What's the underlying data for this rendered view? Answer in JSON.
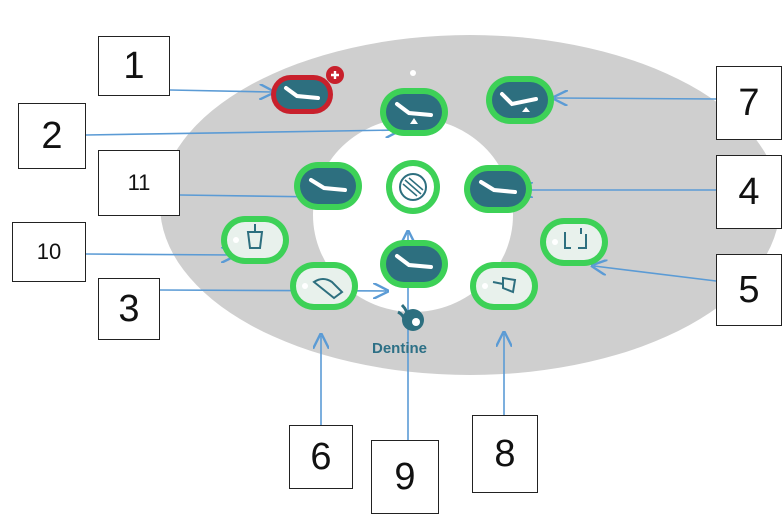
{
  "brand": {
    "name": "Dentine",
    "colors": {
      "dark": "#2d6f7f",
      "green": "#3dd157",
      "red": "#c8202c",
      "panel": "#cfcfcf"
    }
  },
  "buttons": [
    {
      "id": "1",
      "icon": "chair-red-plus-icon",
      "variant": "red"
    },
    {
      "id": "2",
      "icon": "chair-up-icon",
      "variant": "dark"
    },
    {
      "id": "3",
      "icon": "chair-down-icon",
      "variant": "dark"
    },
    {
      "id": "4",
      "icon": "backrest-up-icon",
      "variant": "dark"
    },
    {
      "id": "5",
      "icon": "chair-position-icon",
      "variant": "light"
    },
    {
      "id": "6",
      "icon": "cup-fill-icon",
      "variant": "light"
    },
    {
      "id": "7",
      "icon": "chair-recline-icon",
      "variant": "dark"
    },
    {
      "id": "8",
      "icon": "bowl-rinse-icon",
      "variant": "light"
    },
    {
      "id": "9",
      "icon": "chair-level-icon",
      "variant": "dark"
    },
    {
      "id": "10",
      "icon": "cup-icon",
      "variant": "light"
    },
    {
      "id": "11",
      "icon": "backrest-down-icon",
      "variant": "dark"
    }
  ],
  "center_button": {
    "icon": "light-icon"
  },
  "callouts": [
    {
      "label": "1"
    },
    {
      "label": "2"
    },
    {
      "label": "3"
    },
    {
      "label": "4"
    },
    {
      "label": "5"
    },
    {
      "label": "6"
    },
    {
      "label": "7"
    },
    {
      "label": "8"
    },
    {
      "label": "9"
    },
    {
      "label": "10"
    },
    {
      "label": "11"
    }
  ]
}
